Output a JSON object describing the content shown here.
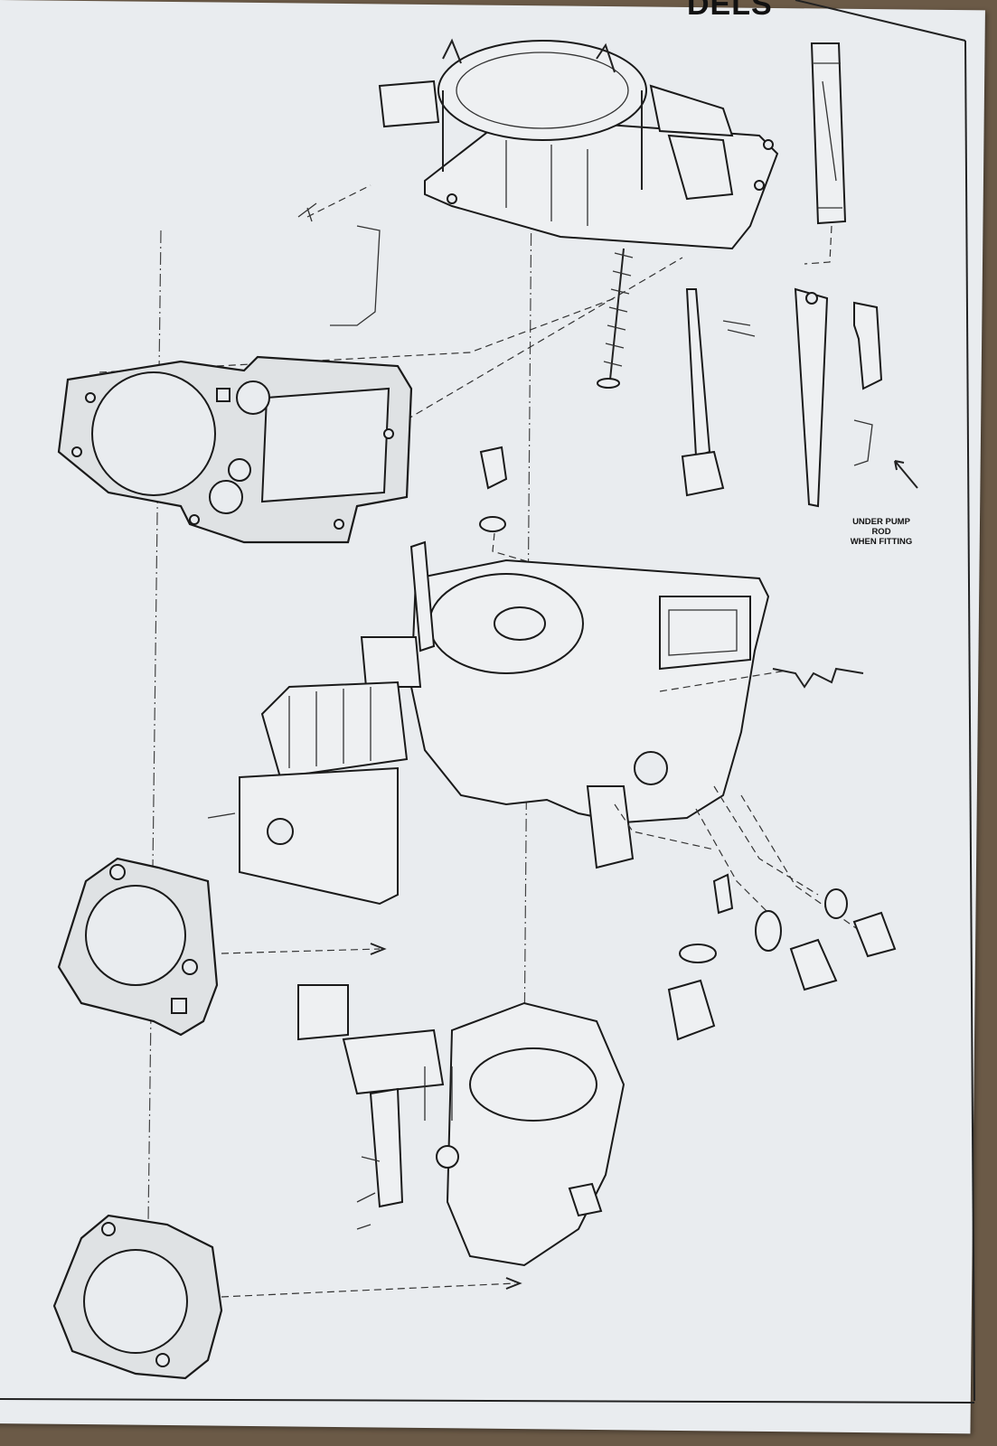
{
  "page": {
    "heading": "DELS"
  },
  "note": {
    "lines": [
      "UNDER PUMP",
      "ROD",
      "WHEN FITTING"
    ]
  },
  "colors": {
    "paper": "#e9ecef",
    "ink": "#1a1a1a",
    "background": "#6b5a47"
  }
}
